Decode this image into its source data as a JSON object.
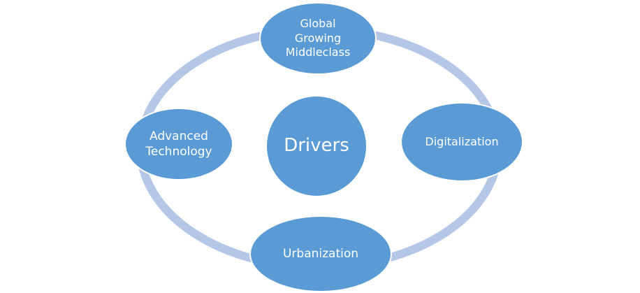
{
  "diagram": {
    "center": "Drivers",
    "nodes": {
      "top": "Global Growing Middleclass",
      "left": "Advanced Technology",
      "right": "Digitalization",
      "bottom": "Urbanization"
    }
  },
  "colors": {
    "node_fill": "#5b9bd5",
    "node_stroke": "#ffffff",
    "ring": "#b4c7e7"
  }
}
